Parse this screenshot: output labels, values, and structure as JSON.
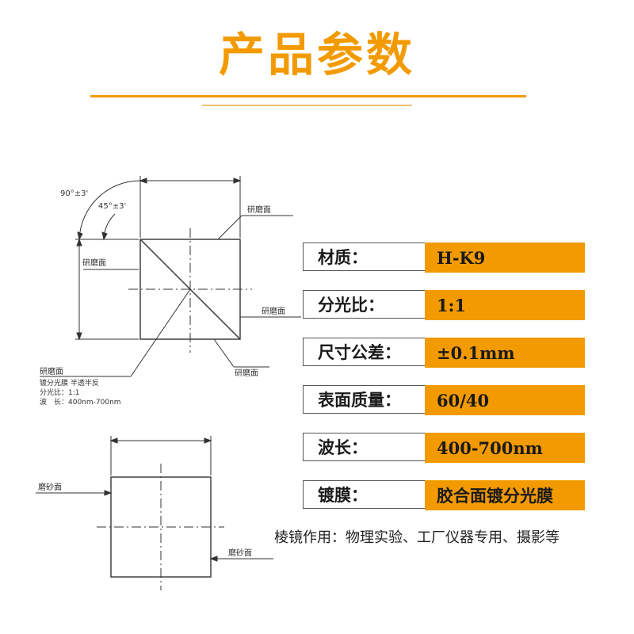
{
  "header": {
    "title": "产品参数"
  },
  "drawing": {
    "angle_90": "90°±3'",
    "angle_45": "45°±3'",
    "ground_face": "研磨面",
    "ground_face_right": "研磨面",
    "ground_face_left": "研磨面",
    "ground_face_bottom": "研磨面",
    "note_face": "研磨面",
    "note_coating": "镀分光膜 半透半反",
    "note_ratio": "分光比：1:1",
    "note_wavelength": "波　长：400nm-700nm",
    "frosted_face_left": "磨砂面",
    "frosted_face_right": "磨砂面"
  },
  "params": [
    {
      "label": "材质：",
      "value": "H-K9"
    },
    {
      "label": "分光比：",
      "value": "1:1"
    },
    {
      "label": "尺寸公差：",
      "value": "±0.1mm"
    },
    {
      "label": "表面质量：",
      "value": "60/40"
    },
    {
      "label": "波长：",
      "value": "400-700nm"
    },
    {
      "label": "镀膜：",
      "value": "胶合面镀分光膜"
    }
  ],
  "usage": "棱镜作用：物理实验、工厂仪器专用、摄影等"
}
